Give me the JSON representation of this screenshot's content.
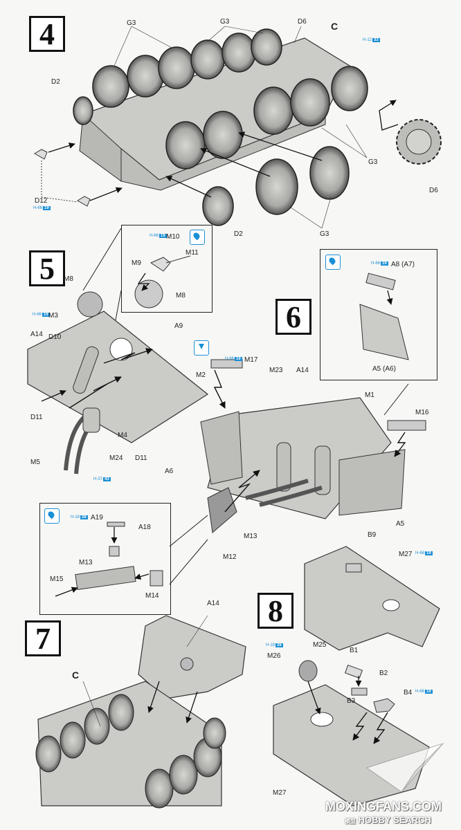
{
  "steps": [
    "4",
    "5",
    "6",
    "7",
    "8"
  ],
  "step4": {
    "labels": {
      "g3a": "G3",
      "g3b": "G3",
      "d6a": "D6",
      "c": "C",
      "d2a": "D2",
      "g3c": "G3",
      "d6b": "D6",
      "d12": "D12",
      "d2b": "D2",
      "g3d": "G3"
    },
    "refs": [
      {
        "prefix": "H-12",
        "num": "33"
      },
      {
        "prefix": "H-66",
        "num": "19"
      }
    ]
  },
  "step5": {
    "labels": {
      "m10": "M10",
      "m9": "M9",
      "m11": "M11",
      "m8a": "M8",
      "m8b": "M8",
      "m3": "M3",
      "a14": "A14",
      "d10": "D10",
      "a9": "A9",
      "m2": "M2",
      "d11a": "D11",
      "m4": "M4",
      "m5": "M5",
      "m24": "M24",
      "d11b": "D11"
    },
    "refs": [
      {
        "prefix": "H-66",
        "num": "19"
      },
      {
        "prefix": "H-66",
        "num": "19"
      },
      {
        "prefix": "H-37",
        "num": "43"
      }
    ]
  },
  "step6": {
    "labels": {
      "a8": "A8 (A7)",
      "a5a6": "A5 (A6)",
      "m17": "M17",
      "m23": "M23",
      "a14": "A14",
      "m1": "M1",
      "m16": "M16",
      "a6": "A6",
      "a5": "A5",
      "m13": "M13",
      "m12": "M12"
    },
    "refs": [
      {
        "prefix": "H-66",
        "num": "19"
      },
      {
        "prefix": "H-66",
        "num": "19"
      }
    ]
  },
  "step7": {
    "labels": {
      "a19": "A19",
      "a18": "A18",
      "m13": "M13",
      "m15": "M15",
      "m14": "M14",
      "a14": "A14",
      "c": "C"
    },
    "refs": [
      {
        "prefix": "H-18",
        "num": "28"
      }
    ]
  },
  "step8": {
    "labels": {
      "b9": "B9",
      "m27a": "M27",
      "m25": "M25",
      "m26": "M26",
      "b1": "B1",
      "b2": "B2",
      "b3": "B3",
      "b4": "B4",
      "m27b": "M27"
    },
    "refs": [
      {
        "prefix": "H-66",
        "num": "19"
      },
      {
        "prefix": "H-18",
        "num": "28"
      },
      {
        "prefix": "H-66",
        "num": "19"
      }
    ]
  },
  "watermark": {
    "line1": "MOXINGFANS.COM",
    "line2_prefix": "模型",
    "line2": "HOBBY SEARCH"
  },
  "colors": {
    "part_fill": "#c9c9c6",
    "part_stroke": "#333333",
    "ref_blue": "#1a8fd6"
  }
}
